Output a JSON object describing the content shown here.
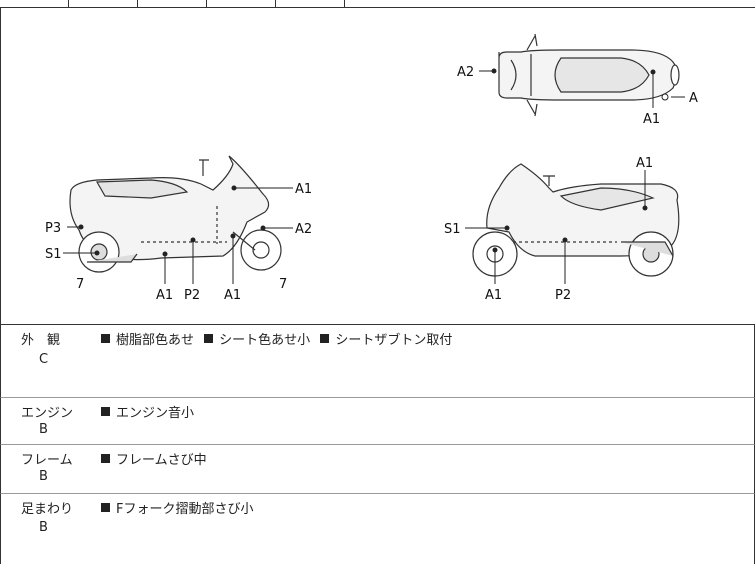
{
  "diagram": {
    "labels": {
      "top_a2": "A2",
      "top_a": "A",
      "top_a1": "A1",
      "left_a1_top": "A1",
      "left_a2": "A2",
      "left_p3": "P3",
      "left_s1": "S1",
      "left_7a": "7",
      "left_a1_bottom": "A1",
      "left_p2": "P2",
      "left_a1_front": "A1",
      "left_7b": "7",
      "right_a1_top": "A1",
      "right_s1": "S1",
      "right_a1_bottom": "A1",
      "right_p2": "P2"
    }
  },
  "rows": [
    {
      "name": "外　観",
      "grade": "C",
      "notes": [
        "樹脂部色あせ",
        "シート色あせ小",
        "シートザブトン取付"
      ]
    },
    {
      "name": "エンジン",
      "grade": "B",
      "notes": [
        "エンジン音小"
      ]
    },
    {
      "name": "フレーム",
      "grade": "B",
      "notes": [
        "フレームさび中"
      ]
    },
    {
      "name": "足まわり",
      "grade": "B",
      "notes": [
        "Fフォーク摺動部さび小"
      ]
    }
  ]
}
